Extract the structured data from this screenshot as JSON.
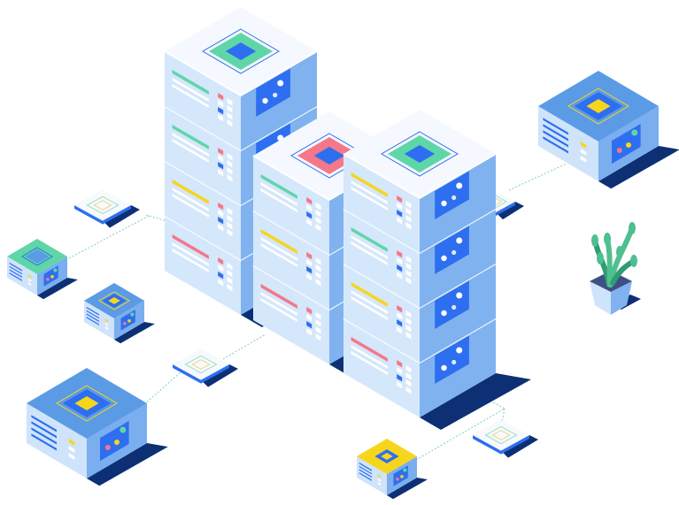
{
  "illustration": {
    "subject": "isometric-server-network",
    "colors": {
      "top": "#f5f8fe",
      "left": "#d5e7fb",
      "right": "#80b2ef",
      "device_top": "#5b9be6",
      "device_left": "#cfe3fa",
      "device_right": "#7aaeee",
      "shadow": "#0d2f73",
      "accent_blue": "#2d6ff0",
      "green": "#5fd6a8",
      "yellow": "#f7d51d",
      "red": "#f5778a",
      "line": "#7fd0b8",
      "plant": "#4fbf8f",
      "plant_dark": "#2f9c72",
      "pot": "#cfe3fa"
    },
    "towers": [
      {
        "top_color": "green",
        "stripes": [
          "green",
          "green",
          "yellow",
          "red"
        ]
      },
      {
        "top_color": "red",
        "stripes": [
          "green",
          "yellow",
          "red"
        ]
      },
      {
        "top_color": "green",
        "stripes": [
          "yellow",
          "green",
          "yellow",
          "red"
        ]
      }
    ]
  }
}
